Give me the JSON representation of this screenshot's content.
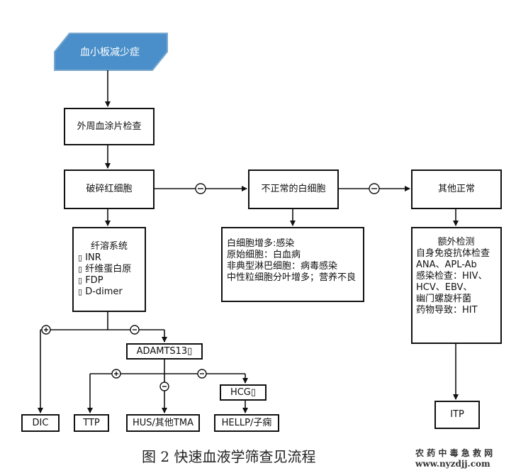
{
  "start": {
    "label": "血小板减少症",
    "color": "#4a8fc9",
    "border": "#7aa7cf"
  },
  "nodes": {
    "smear": "外周血涂片检查",
    "schistocytes": "破碎红细胞",
    "abnormal_wbc": "不正常的白细胞",
    "other_normal": "其他正常",
    "fibrinolysis": {
      "title": "纤溶系统",
      "items": [
        "INR",
        "纤维蛋白原",
        "FDP",
        "D-dimer"
      ],
      "marker": "▯"
    },
    "wbc_causes": [
      "白细胞增多:感染",
      "原始细胞：白血病",
      "非典型淋巴细胞：病毒感染",
      "中性粒细胞分叶增多；营养不良"
    ],
    "extra_tests": [
      "额外检测",
      "自身免疫抗体检查",
      "ANA、APL-Ab",
      "感染检查：HIV、",
      "HCV、EBV、",
      "幽门螺旋杆菌",
      "药物导致：HIT"
    ],
    "adamts13": "ADAMTS13▯",
    "dic": "DIC",
    "ttp": "TTP",
    "hus": "HUS/其他TMA",
    "hcg": "HCG▯",
    "hellp": "HELLP/子痫",
    "itp": "ITP"
  },
  "symbols": {
    "negative": "⊖",
    "positive": "⊕"
  },
  "caption": "图 2   快速血液学筛查见流程",
  "watermark": [
    "农 药 中 毒 急 救 网",
    "www.nyzdjj.com"
  ]
}
